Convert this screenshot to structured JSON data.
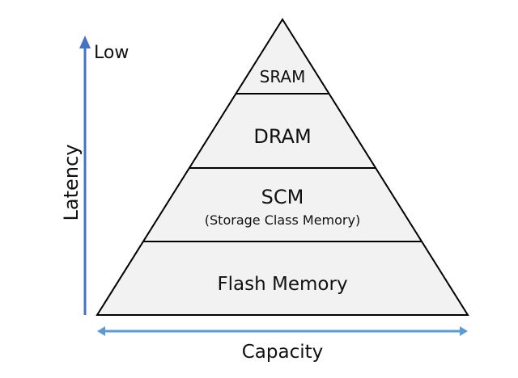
{
  "y_axis": {
    "label": "Latency",
    "end_label": "Low",
    "color": "#4472c4"
  },
  "x_axis": {
    "label": "Capacity",
    "color": "#5b9bd5"
  },
  "pyramid": {
    "fill": "#f2f2f2",
    "levels": [
      {
        "label": "SRAM",
        "sublabel": ""
      },
      {
        "label": "DRAM",
        "sublabel": ""
      },
      {
        "label": "SCM",
        "sublabel": "(Storage Class Memory)"
      },
      {
        "label": "Flash Memory",
        "sublabel": ""
      }
    ]
  }
}
